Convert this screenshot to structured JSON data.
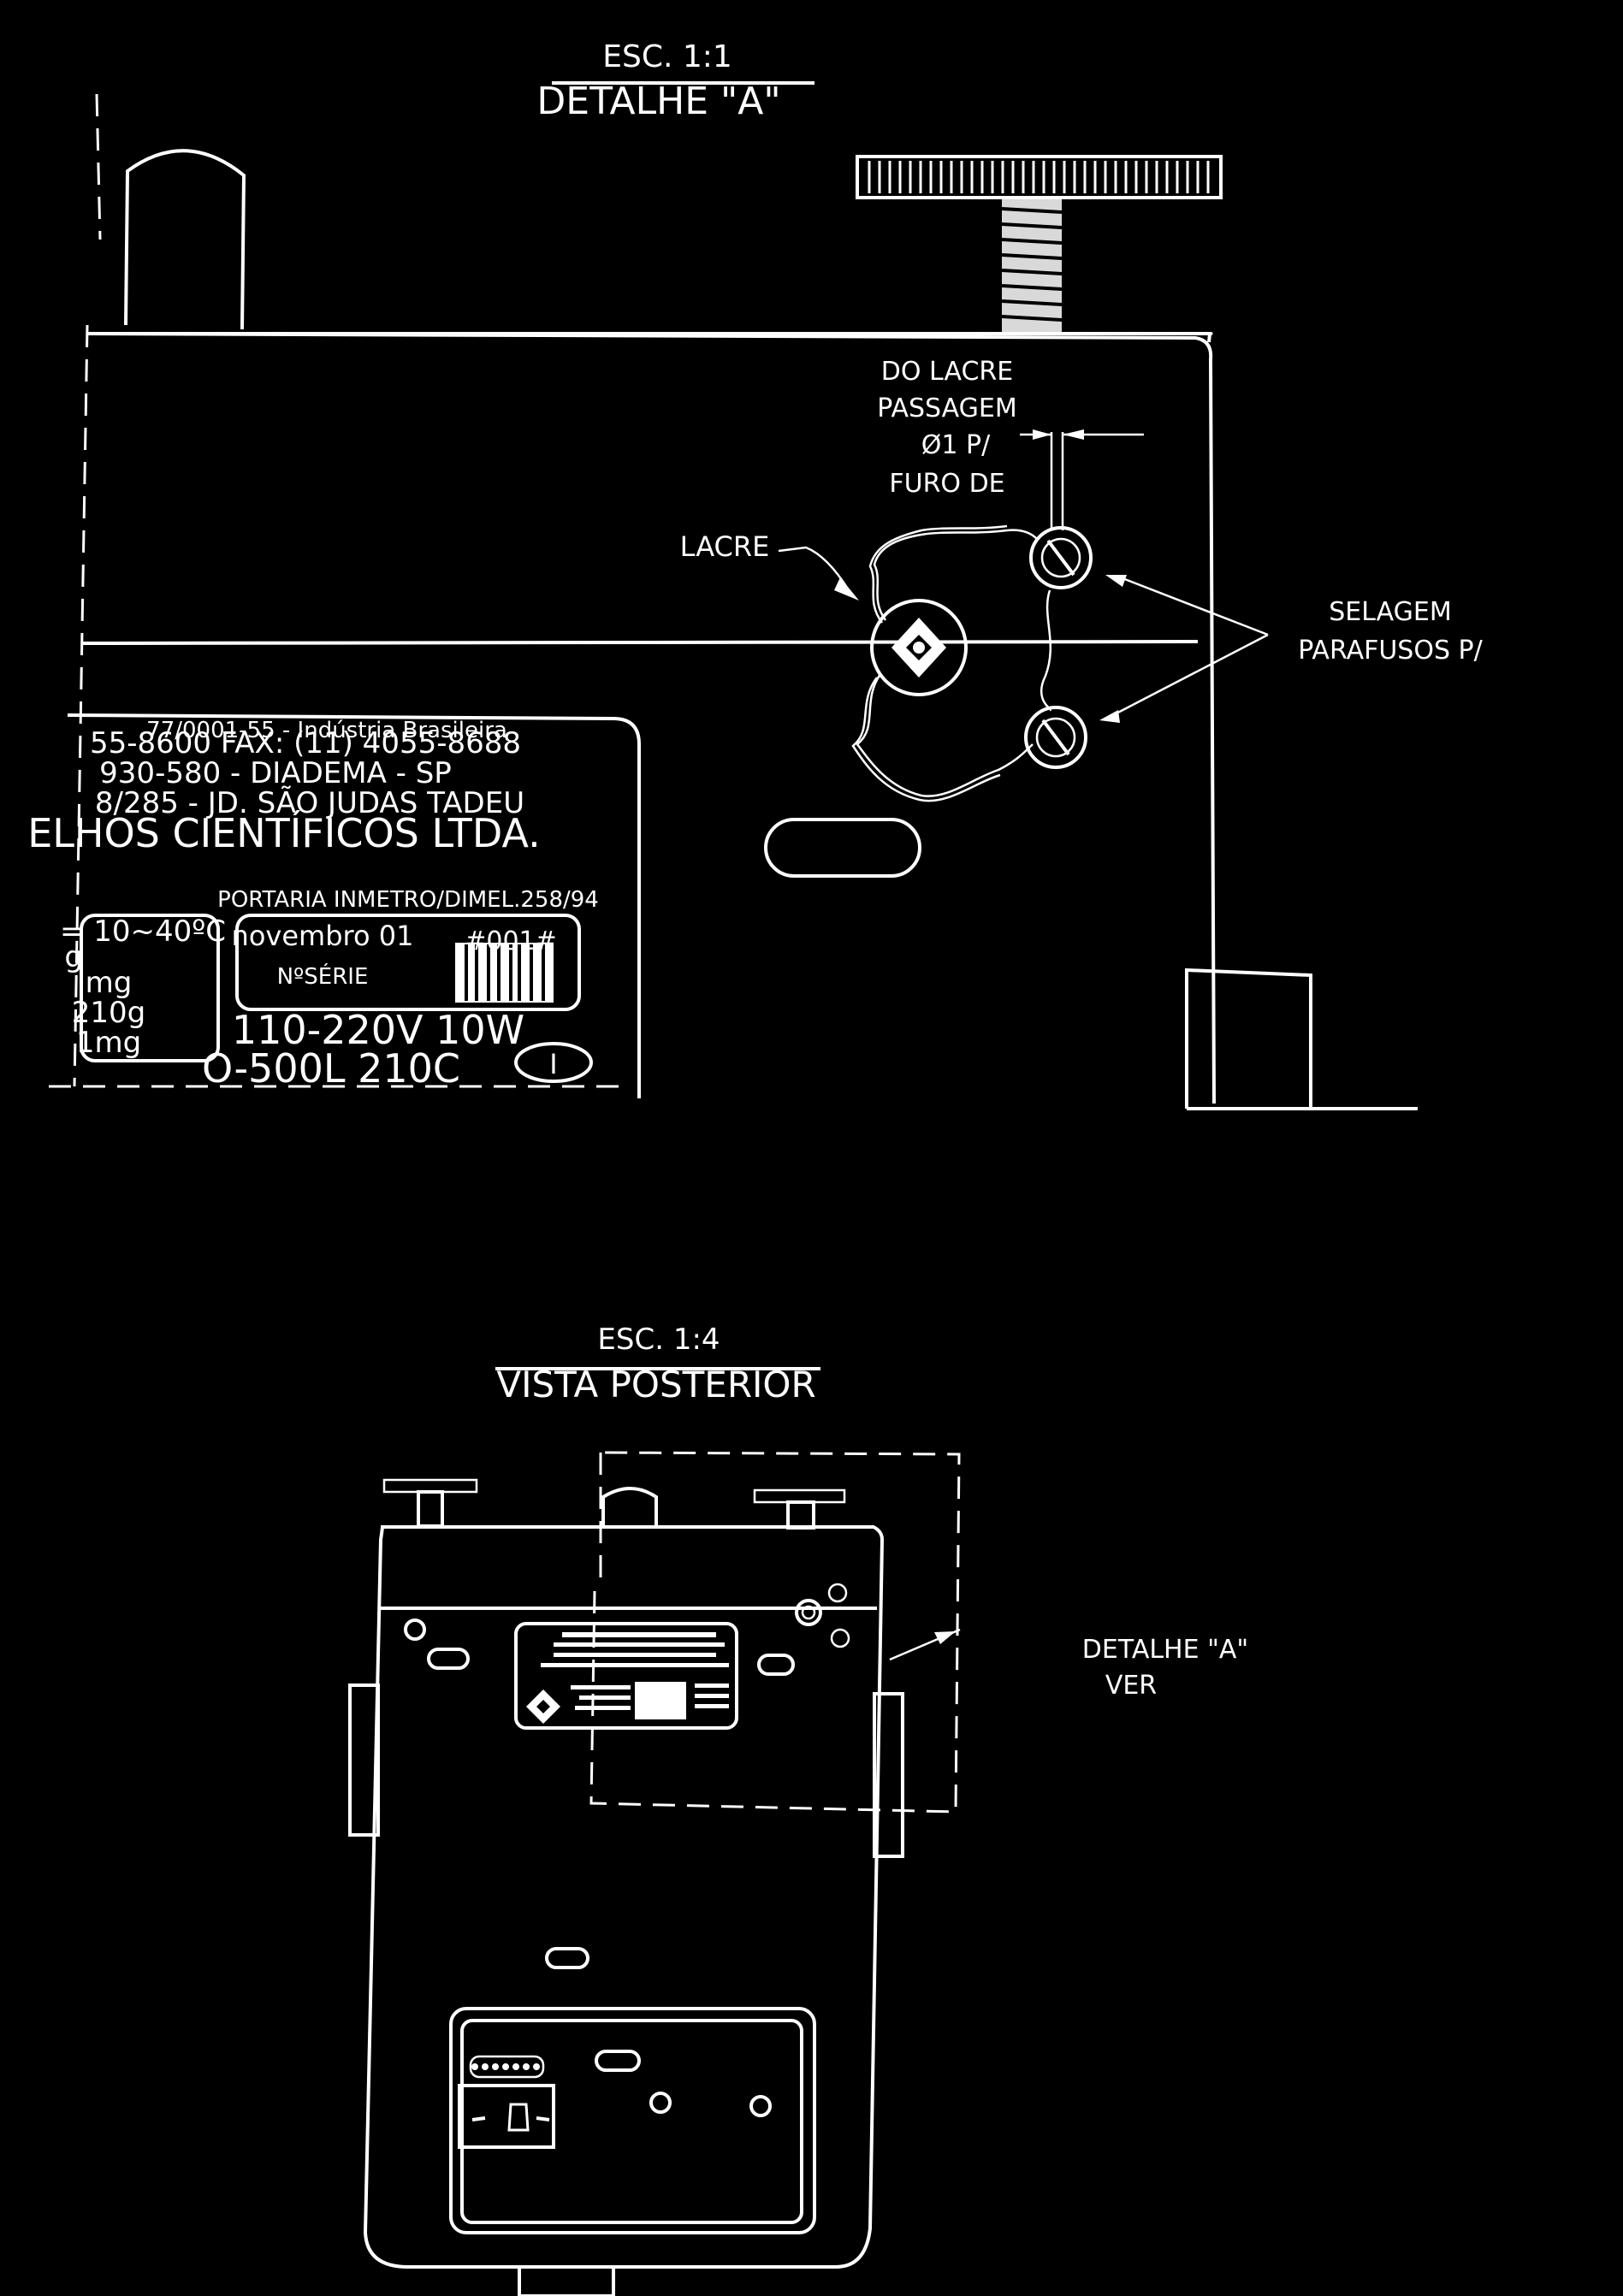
{
  "detail_view": {
    "scale": "ESC. 1:1",
    "title": "DETALHE \"A\"",
    "callouts": {
      "hole_label": [
        "FURO DE",
        "Ø1 P/",
        "PASSAGEM",
        "DO LACRE"
      ],
      "seal_label": "LACRE",
      "screws_label": [
        "PARAFUSOS P/",
        "SELAGEM"
      ]
    },
    "nameplate": {
      "lines": [
        "ELHOS CIENTÍFICOS LTDA.",
        "8/285 - JD. SÃO JUDAS TADEU",
        "930-580 - DIADEMA - SP",
        "55-8600 FAX: (11) 4055-8688",
        "77/0001-55 - Indústria Brasileira"
      ],
      "left_box": [
        "= 10~40ºC",
        "g",
        "mg",
        "210g",
        "1mg"
      ],
      "approval": "PORTARIA INMETRO/DIMEL.258/94",
      "date": "novembro 01",
      "serial_label": "NºSÉRIE",
      "serial_number": "#001#",
      "voltage": "110-220V 10W",
      "model": "O-500L 210C"
    }
  },
  "rear_view": {
    "scale": "ESC. 1:4",
    "title": "VISTA POSTERIOR",
    "callout": [
      "VER",
      "DETALHE \"A\""
    ]
  },
  "colors": {
    "background": "#000000",
    "linework": "#ffffff"
  }
}
